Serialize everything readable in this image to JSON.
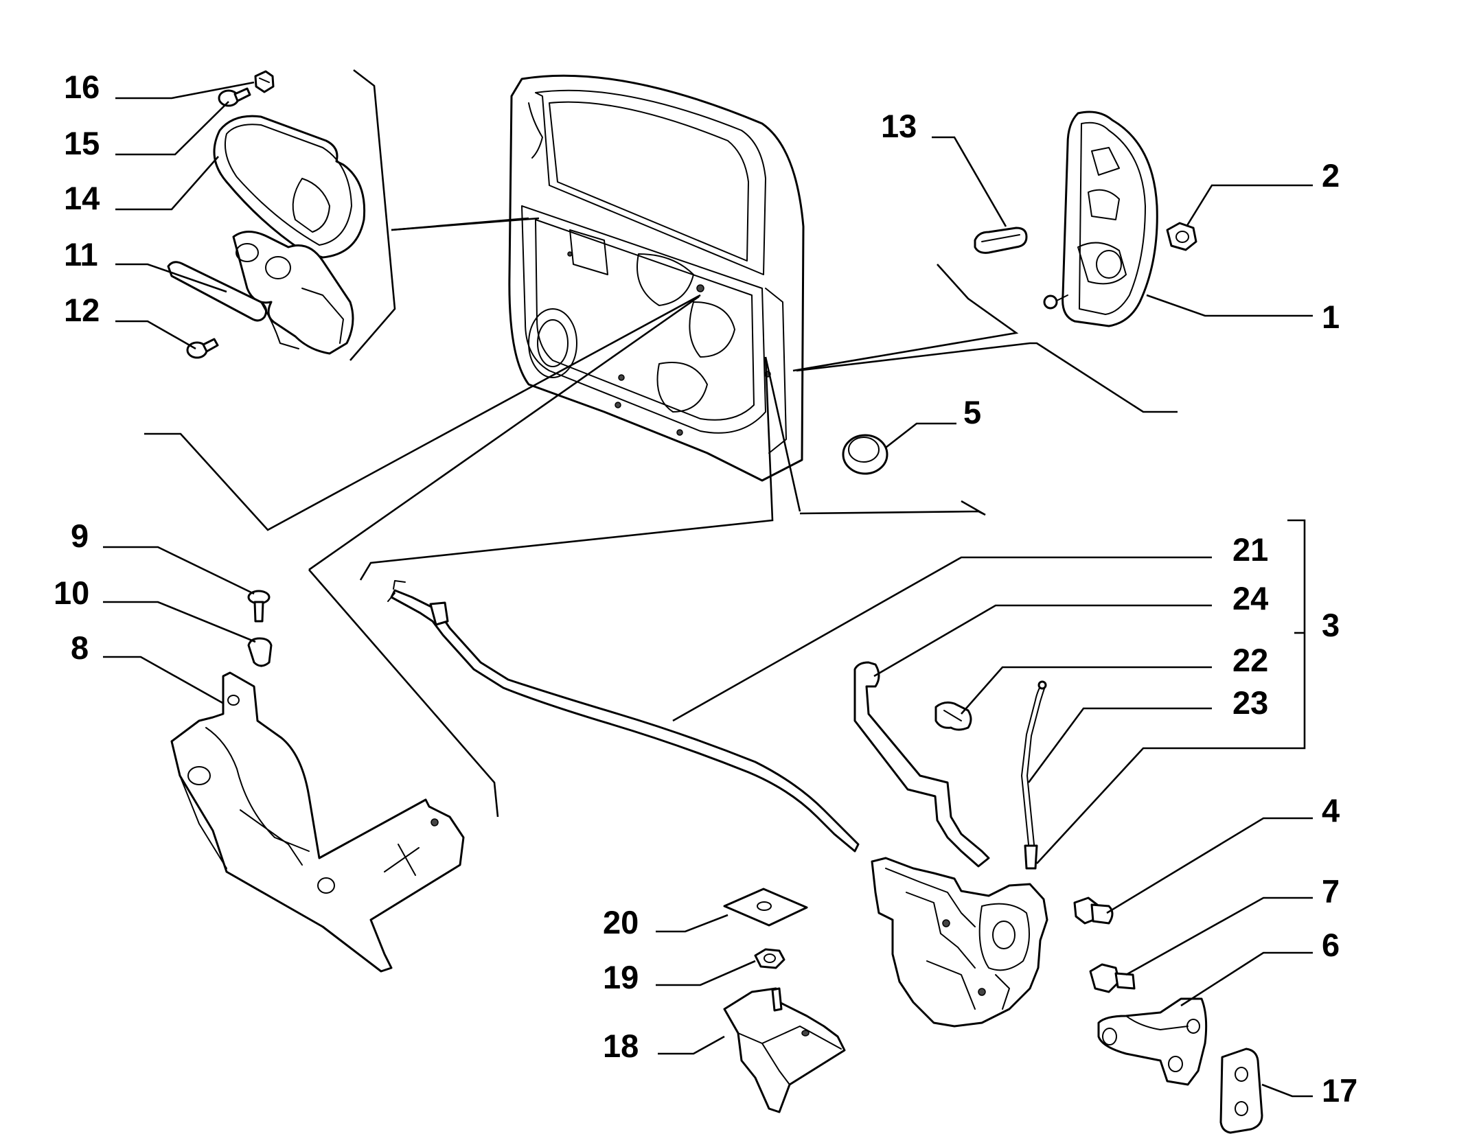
{
  "diagram": {
    "callouts": {
      "1": "1",
      "2": "2",
      "3": "3",
      "4": "4",
      "5": "5",
      "6": "6",
      "7": "7",
      "8": "8",
      "9": "9",
      "10": "10",
      "11": "11",
      "12": "12",
      "13": "13",
      "14": "14",
      "15": "15",
      "16": "16",
      "17": "17",
      "18": "18",
      "19": "19",
      "20": "20",
      "21": "21",
      "22": "22",
      "23": "23",
      "24": "24"
    }
  }
}
